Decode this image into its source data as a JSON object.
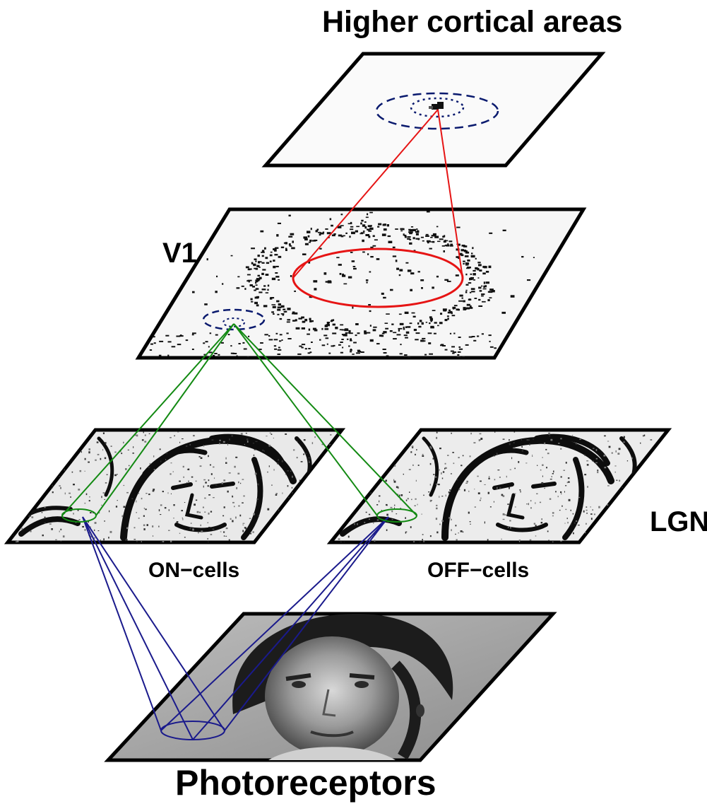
{
  "labels": {
    "higher": "Higher cortical areas",
    "v1": "V1",
    "lgn": "LGN",
    "on_cells": "ON−cells",
    "off_cells": "OFF−cells",
    "photoreceptors": "Photoreceptors"
  },
  "colors": {
    "plane_border": "#000000",
    "receptor_to_lgn": "#1a1a8c",
    "lgn_to_v1": "#138a13",
    "v1_to_higher": "#e61414",
    "dashed_field": "#0a1a6e"
  },
  "planes": [
    {
      "id": "higher",
      "texture": "blank"
    },
    {
      "id": "v1",
      "texture": "sparse-dots"
    },
    {
      "id": "on-cells",
      "texture": "edge-map"
    },
    {
      "id": "off-cells",
      "texture": "edge-map"
    },
    {
      "id": "photoreceptors",
      "texture": "photograph"
    }
  ]
}
